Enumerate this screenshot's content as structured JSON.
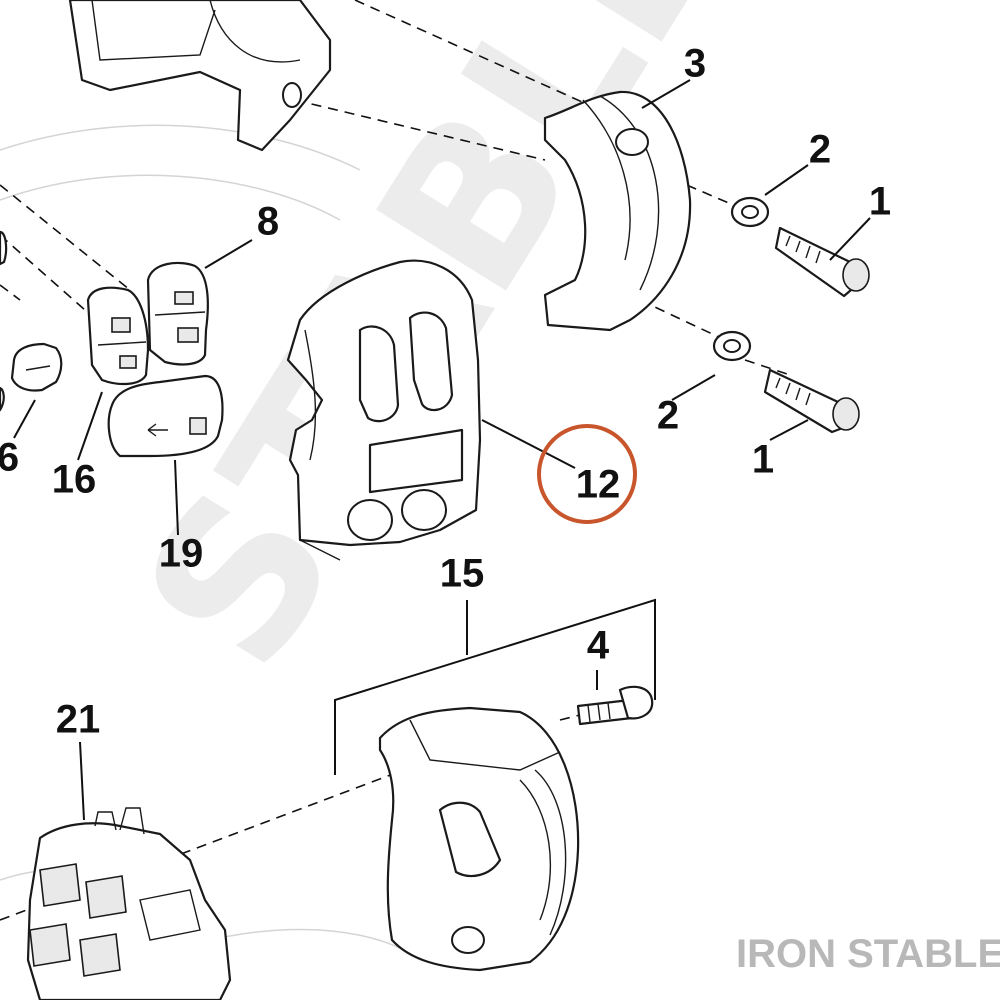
{
  "watermark": {
    "text": "STABLE"
  },
  "brand": {
    "text": "IRON STABLE"
  },
  "highlight": {
    "color": "#c8552b",
    "callout": "12"
  },
  "callouts": {
    "c1a": "1",
    "c1b": "1",
    "c2a": "2",
    "c2b": "2",
    "c3": "3",
    "c4": "4",
    "c6": "6",
    "c8": "8",
    "c12": "12",
    "c15": "15",
    "c16": "16",
    "c19": "19",
    "c21": "21"
  }
}
